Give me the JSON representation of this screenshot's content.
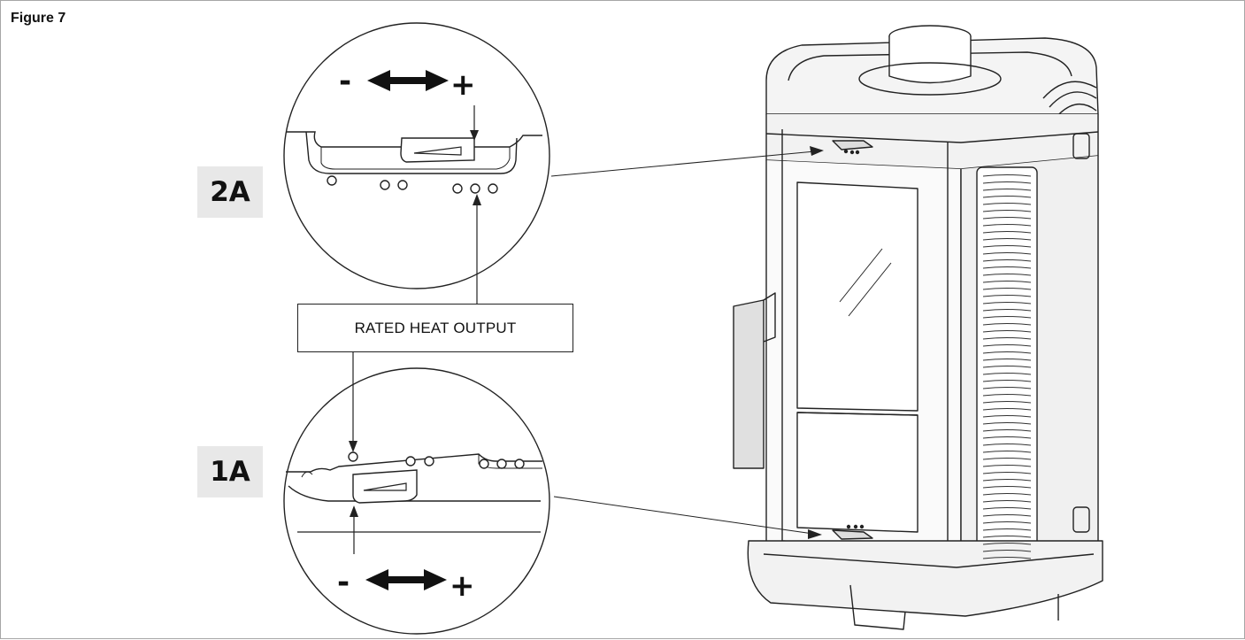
{
  "figure": {
    "title": "Figure 7",
    "callout_label": "RATED HEAT OUTPUT",
    "detail_top": {
      "tag": "2A",
      "minus": "-",
      "plus": "+"
    },
    "detail_bottom": {
      "tag": "1A",
      "minus": "-",
      "plus": "+"
    }
  }
}
